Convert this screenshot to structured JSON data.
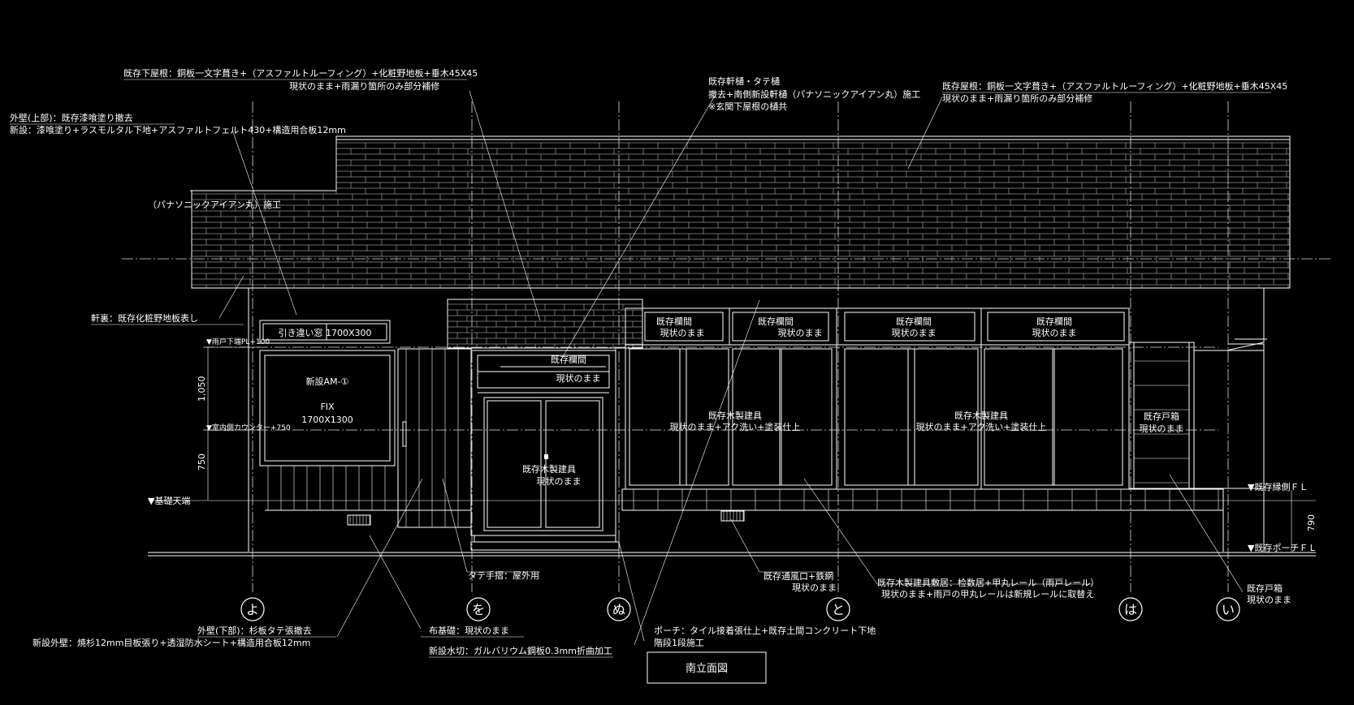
{
  "title": "南立面図",
  "annotations": {
    "lower_roof_1": "既存下屋根：銅板一文字葺き+（アスファルトルーフィング）+化粧野地板+垂木45X45",
    "lower_roof_2": "現状のまま+雨漏り箇所のみ部分補修",
    "ext_wall_upper_1": "外壁(上部)：既存漆喰塗り撤去",
    "ext_wall_upper_2": "新設：漆喰塗り+ラスモルタル下地+アスファルトフェルト430+構造用合板12mm",
    "gutter_panasonic": "（パナソニックアイアン丸）施工",
    "eaves_1": "既存軒樋・タテ樋",
    "eaves_2": "撤去+南側新設軒樋（パナソニックアイアン丸）施工",
    "eaves_3": "※玄関下屋根の樋共",
    "main_roof_1": "既存屋根：銅板一文字葺き+（アスファルトルーフィング）+化粧野地板+垂木45X45",
    "main_roof_2": "現状のまま+雨漏り箇所のみ部分補修",
    "soffit": "軒裏：既存化粧野地板表し",
    "rain_door_level": "▼雨戸下端PL+100",
    "dim_1050": "1,050",
    "dim_750": "750",
    "indoor_sill": "▼室内側カウンター+750",
    "foundation_top": "▼基礎天端",
    "sliding_window": "引き違い窓 1700X300",
    "new_am_1": "新設AM-①",
    "fix": "FIX",
    "fix_size": "1700X1300",
    "transom_1": "既存欄間",
    "transom_2": "現状のまま",
    "entry_door_1": "既存木製建具",
    "entry_door_2": "現状のまま",
    "transom_a_1": "既存欄間",
    "transom_a_2": "現状のまま",
    "transom_b_1": "既存欄間",
    "transom_b_2": "現状のまま",
    "transom_c_1": "既存欄間",
    "transom_c_2": "現状のまま",
    "transom_d_1": "既存欄間",
    "transom_d_2": "現状のまま",
    "wood_fitting_left_1": "既存木製建具",
    "wood_fitting_left_2": "現状のまま+アク洗い+塗装仕上",
    "wood_fitting_right_1": "既存木製建具",
    "wood_fitting_right_2": "現状のまま+アク洗い+塗装仕上",
    "shutter_box_1": "既存戸箱",
    "shutter_box_2": "現状のまま",
    "engawa_fl": "▼既存縁側ＦＬ",
    "porch_fl": "▼既存ポーチＦＬ",
    "dim_790": "790",
    "handrail": "タテ手摺：屋外用",
    "vent_1": "既存通風口+鉄網",
    "vent_2": "現状のまま",
    "sill_1": "既存木製建具敷居：检数居+甲丸レール（雨戸レール）",
    "sill_2": "現状のまま+雨戸の甲丸レールは新規レールに取替え",
    "shutter_box_r_1": "既存戸箱",
    "shutter_box_r_2": "現状のまま",
    "ext_wall_lower_1": "外壁(下部)：杉板タテ張撤去",
    "ext_wall_lower_2": "新設外壁：焼杉12mm目板張り+透湿防水シート+構造用合板12mm",
    "fabric_found_1": "布基礎：現状のまま",
    "flashing": "新設水切：ガルバリウム鋼板0.3mm折曲加工",
    "porch_1": "ポーチ：タイル接着張仕上+既存土間コンクリート下地",
    "porch_2": "階段1段施工"
  },
  "grid_labels": [
    "よ",
    "を",
    "ぬ",
    "と",
    "は",
    "い"
  ]
}
